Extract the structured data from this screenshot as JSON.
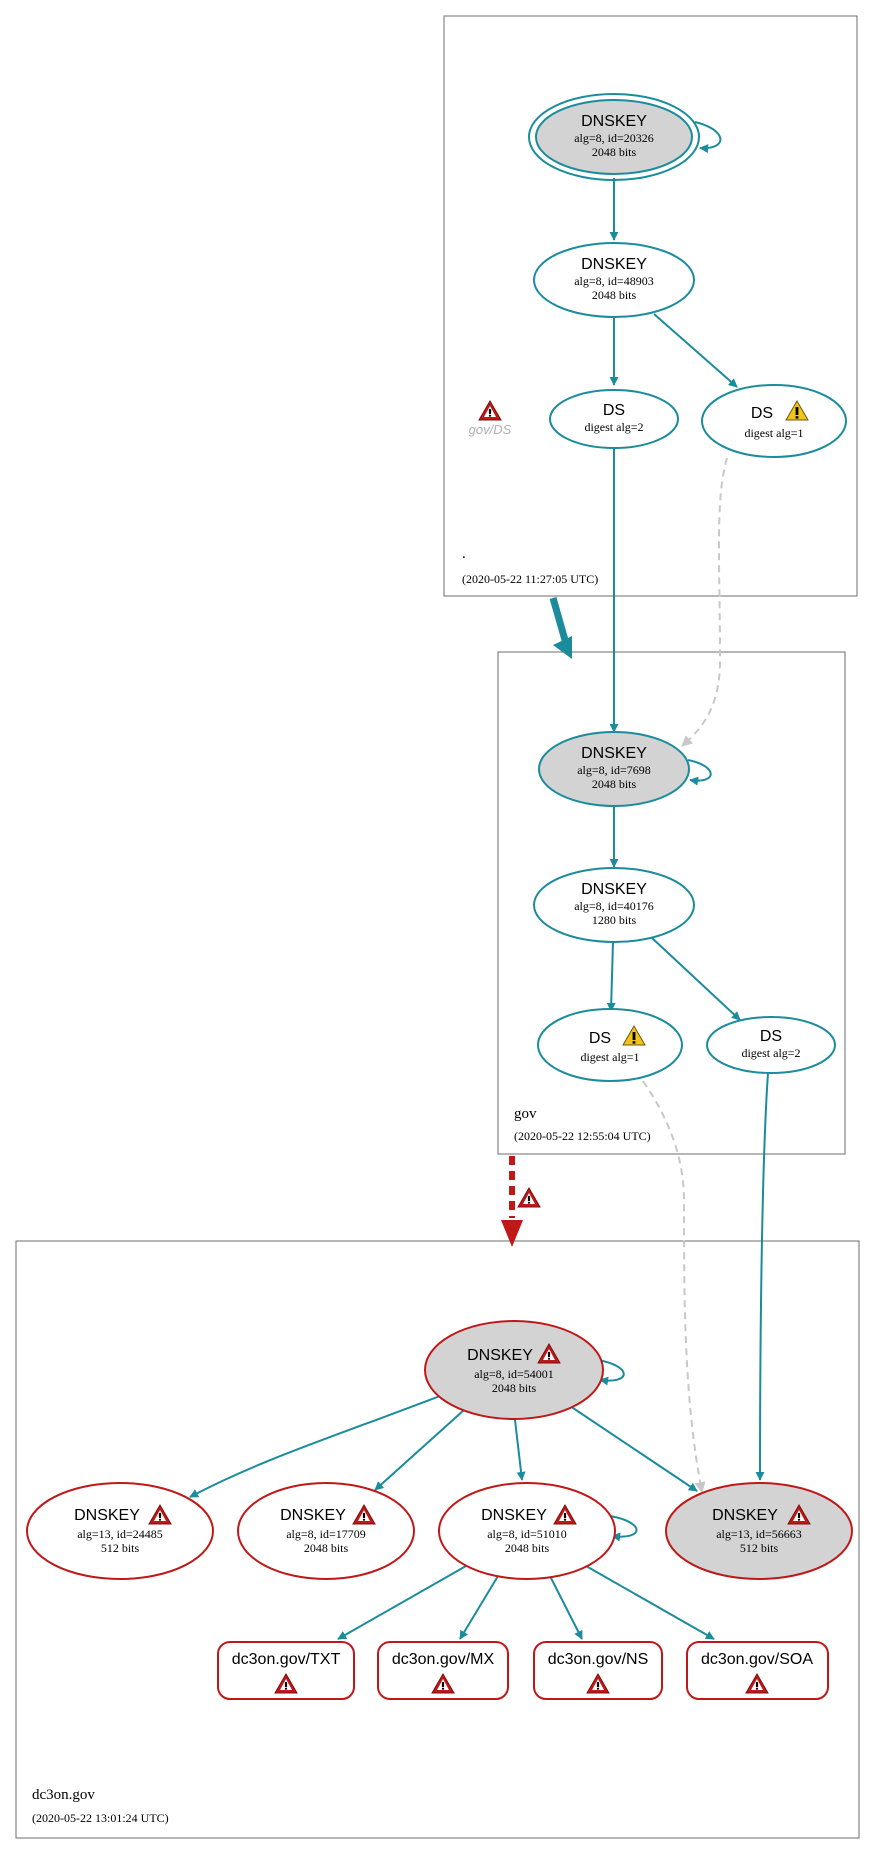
{
  "colors": {
    "secure": "#1b8c9c",
    "bogus": "#c01818",
    "insecure_dash": "#c8c8c8",
    "ksk_fill": "#d3d3d3",
    "zone_border": "#6e6e6e",
    "warning": "#f2c318",
    "error": "#c01818"
  },
  "zones": {
    "root": {
      "name": ".",
      "timestamp": "(2020-05-22 11:27:05 UTC)"
    },
    "gov": {
      "name": "gov",
      "timestamp": "(2020-05-22 12:55:04 UTC)"
    },
    "dc3on": {
      "name": "dc3on.gov",
      "timestamp": "(2020-05-22 13:01:24 UTC)"
    }
  },
  "nodes": {
    "root_ksk": {
      "title": "DNSKEY",
      "line1": "alg=8, id=20326",
      "line2": "2048 bits",
      "icon": "none"
    },
    "root_zsk": {
      "title": "DNSKEY",
      "line1": "alg=8, id=48903",
      "line2": "2048 bits",
      "icon": "none"
    },
    "root_ds2": {
      "title": "DS",
      "line1": "digest alg=2",
      "icon": "none"
    },
    "root_ds1": {
      "title": "DS",
      "line1": "digest alg=1",
      "icon": "warning-icon"
    },
    "gov_ds_missing": {
      "label": "gov/DS",
      "icon": "error-icon"
    },
    "gov_ksk": {
      "title": "DNSKEY",
      "line1": "alg=8, id=7698",
      "line2": "2048 bits",
      "icon": "none"
    },
    "gov_zsk": {
      "title": "DNSKEY",
      "line1": "alg=8, id=40176",
      "line2": "1280 bits",
      "icon": "none"
    },
    "gov_ds1": {
      "title": "DS",
      "line1": "digest alg=1",
      "icon": "warning-icon"
    },
    "gov_ds2": {
      "title": "DS",
      "line1": "digest alg=2",
      "icon": "none"
    },
    "dc3_ksk": {
      "title": "DNSKEY",
      "line1": "alg=8, id=54001",
      "line2": "2048 bits",
      "icon": "error-icon"
    },
    "dc3_k24485": {
      "title": "DNSKEY",
      "line1": "alg=13, id=24485",
      "line2": "512 bits",
      "icon": "error-icon"
    },
    "dc3_k17709": {
      "title": "DNSKEY",
      "line1": "alg=8, id=17709",
      "line2": "2048 bits",
      "icon": "error-icon"
    },
    "dc3_k51010": {
      "title": "DNSKEY",
      "line1": "alg=8, id=51010",
      "line2": "2048 bits",
      "icon": "error-icon"
    },
    "dc3_k56663": {
      "title": "DNSKEY",
      "line1": "alg=13, id=56663",
      "line2": "512 bits",
      "icon": "error-icon"
    }
  },
  "rrsets": {
    "txt": {
      "label": "dc3on.gov/TXT",
      "icon": "error-icon"
    },
    "mx": {
      "label": "dc3on.gov/MX",
      "icon": "error-icon"
    },
    "ns": {
      "label": "dc3on.gov/NS",
      "icon": "error-icon"
    },
    "soa": {
      "label": "dc3on.gov/SOA",
      "icon": "error-icon"
    }
  },
  "delegation_warning_icon": "error-icon"
}
